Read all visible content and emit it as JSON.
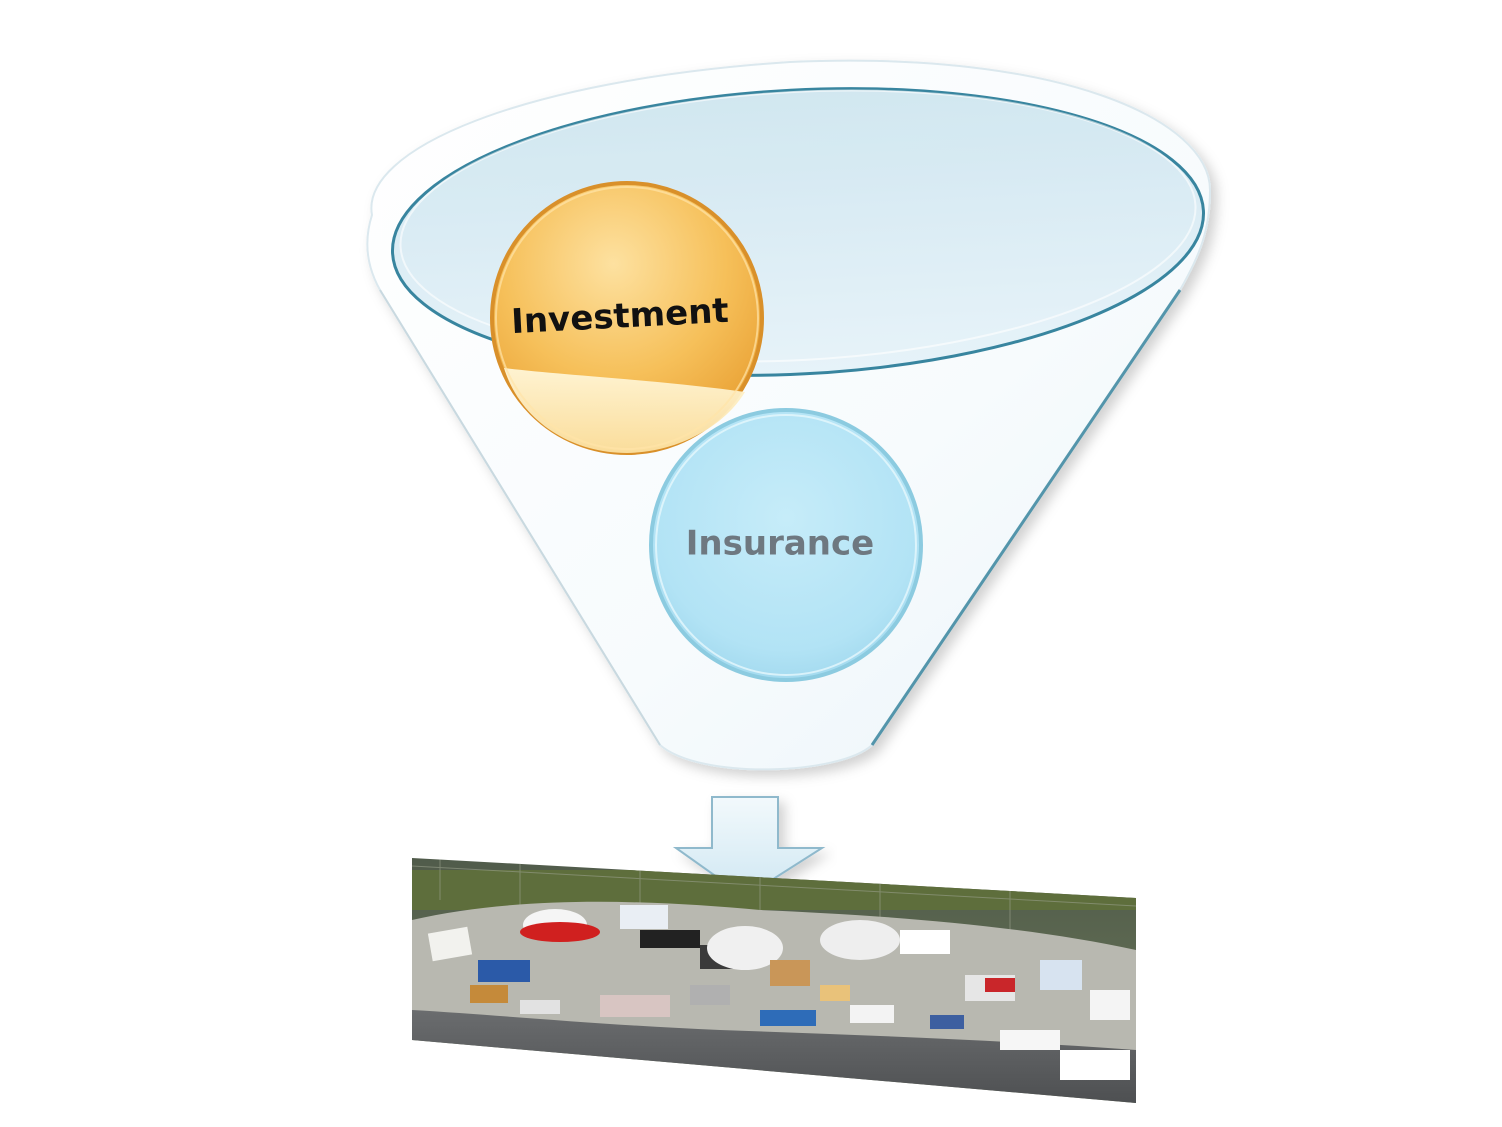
{
  "diagram": {
    "funnel_items": [
      {
        "label": "Investment",
        "text_color": "#111111"
      },
      {
        "label": "Insurance",
        "text_color": "#6e7880"
      }
    ],
    "colors": {
      "funnel_rim": "#d6e9f2",
      "funnel_inner": "#dceef6",
      "funnel_edge": "#2f7f9a",
      "investment_fill": "#f6c05a",
      "investment_edge": "#d9902a",
      "insurance_fill": "#b5e6f7",
      "insurance_edge": "#8ccbe0",
      "arrow_fill": "#dff1f8",
      "arrow_edge": "#8fb9cc"
    },
    "photo": {
      "subject": "pile of discarded litter and trash on pavement beside a fence"
    }
  }
}
